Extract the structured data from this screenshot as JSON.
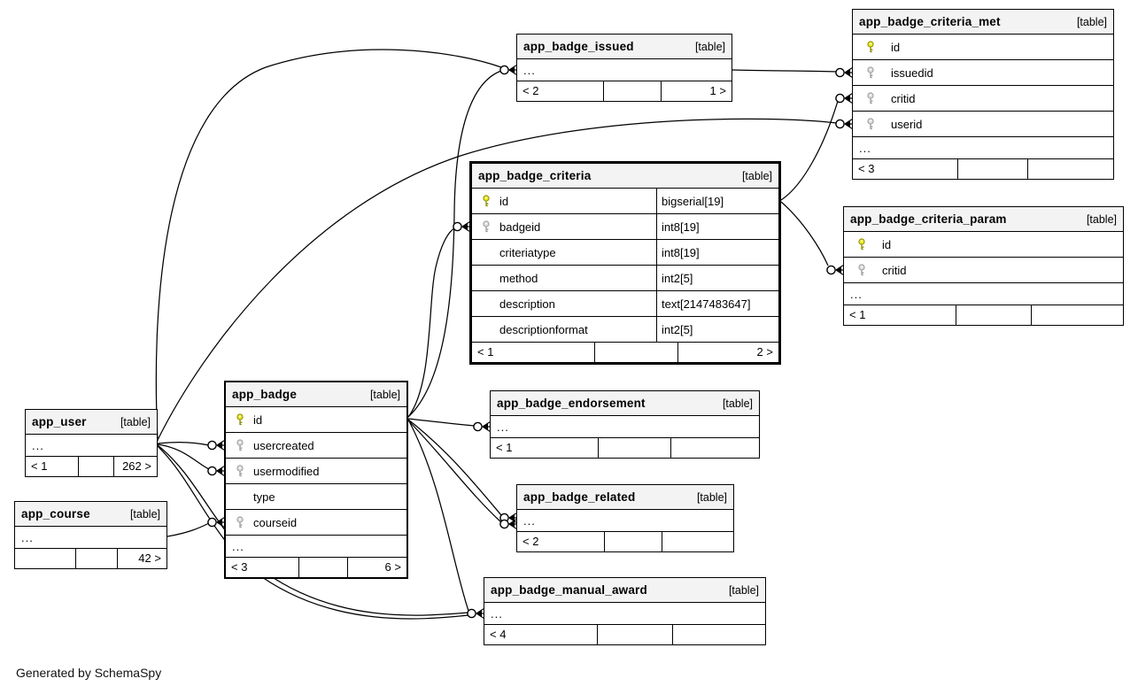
{
  "note": "Generated by SchemaSpy",
  "colors": {
    "header_bg": "#f3f3f3",
    "border": "#000000",
    "background": "#ffffff",
    "primary_key": "#e8e818",
    "foreign_key": "#dcdcdc",
    "relationship_line": "#000000"
  },
  "icons": {
    "primary_key": "primary-key-icon",
    "foreign_key": "foreign-key-icon"
  },
  "tables": {
    "user": {
      "title": "app_user",
      "tag": "[table]",
      "rows": [
        {
          "label": "..."
        }
      ],
      "footer": [
        "< 1",
        "",
        "262 >"
      ]
    },
    "course": {
      "title": "app_course",
      "tag": "[table]",
      "rows": [
        {
          "label": "..."
        }
      ],
      "footer": [
        "",
        "",
        "42 >"
      ]
    },
    "badge": {
      "title": "app_badge",
      "tag": "[table]",
      "rows": [
        {
          "label": "id",
          "key": "pk"
        },
        {
          "label": "usercreated",
          "key": "fk"
        },
        {
          "label": "usermodified",
          "key": "fk"
        },
        {
          "label": "type",
          "key": "none"
        },
        {
          "label": "courseid",
          "key": "fk"
        },
        {
          "label": "..."
        }
      ],
      "footer": [
        "< 3",
        "",
        "6 >"
      ]
    },
    "issued": {
      "title": "app_badge_issued",
      "tag": "[table]",
      "rows": [
        {
          "label": "..."
        }
      ],
      "footer": [
        "< 2",
        "",
        "1 >"
      ]
    },
    "criteria": {
      "title": "app_badge_criteria",
      "tag": "[table]",
      "rows": [
        {
          "label": "id",
          "type": "bigserial[19]",
          "key": "pk"
        },
        {
          "label": "badgeid",
          "type": "int8[19]",
          "key": "fk"
        },
        {
          "label": "criteriatype",
          "type": "int8[19]",
          "key": "none"
        },
        {
          "label": "method",
          "type": "int2[5]",
          "key": "none"
        },
        {
          "label": "description",
          "type": "text[2147483647]",
          "key": "none"
        },
        {
          "label": "descriptionformat",
          "type": "int2[5]",
          "key": "none"
        }
      ],
      "footer": [
        "< 1",
        "",
        "2 >"
      ]
    },
    "met": {
      "title": "app_badge_criteria_met",
      "tag": "[table]",
      "rows": [
        {
          "label": "id",
          "key": "pk"
        },
        {
          "label": "issuedid",
          "key": "fk"
        },
        {
          "label": "critid",
          "key": "fk"
        },
        {
          "label": "userid",
          "key": "fk"
        },
        {
          "label": "..."
        }
      ],
      "footer": [
        "< 3",
        "",
        ""
      ]
    },
    "param": {
      "title": "app_badge_criteria_param",
      "tag": "[table]",
      "rows": [
        {
          "label": "id",
          "key": "pk"
        },
        {
          "label": "critid",
          "key": "fk"
        },
        {
          "label": "..."
        }
      ],
      "footer": [
        "< 1",
        "",
        ""
      ]
    },
    "endorsement": {
      "title": "app_badge_endorsement",
      "tag": "[table]",
      "rows": [
        {
          "label": "..."
        }
      ],
      "footer": [
        "< 1",
        "",
        ""
      ]
    },
    "related": {
      "title": "app_badge_related",
      "tag": "[table]",
      "rows": [
        {
          "label": "..."
        }
      ],
      "footer": [
        "< 2",
        "",
        ""
      ]
    },
    "manual": {
      "title": "app_badge_manual_award",
      "tag": "[table]",
      "rows": [
        {
          "label": "..."
        }
      ],
      "footer": [
        "< 4",
        "",
        ""
      ]
    }
  },
  "relationships": [
    {
      "parent": "app_user",
      "child": "app_badge.usercreated"
    },
    {
      "parent": "app_user",
      "child": "app_badge.usermodified"
    },
    {
      "parent": "app_course",
      "child": "app_badge.courseid"
    },
    {
      "parent": "app_badge.id",
      "child": "app_badge_criteria.badgeid"
    },
    {
      "parent": "app_badge.id",
      "child": "app_badge_endorsement"
    },
    {
      "parent": "app_badge.id",
      "child": "app_badge_related"
    },
    {
      "parent": "app_badge.id",
      "child": "app_badge_related"
    },
    {
      "parent": "app_badge.id",
      "child": "app_badge_issued"
    },
    {
      "parent": "app_user",
      "child": "app_badge_issued"
    },
    {
      "parent": "app_badge.id",
      "child": "app_badge_manual_award"
    },
    {
      "parent": "app_user",
      "child": "app_badge_manual_award"
    },
    {
      "parent": "app_user",
      "child": "app_badge_manual_award"
    },
    {
      "parent": "app_badge_issued",
      "child": "app_badge_criteria_met.issuedid"
    },
    {
      "parent": "app_badge_criteria.id",
      "child": "app_badge_criteria_met.critid"
    },
    {
      "parent": "app_user",
      "child": "app_badge_criteria_met.userid"
    },
    {
      "parent": "app_badge_criteria.id",
      "child": "app_badge_criteria_param.critid"
    }
  ]
}
